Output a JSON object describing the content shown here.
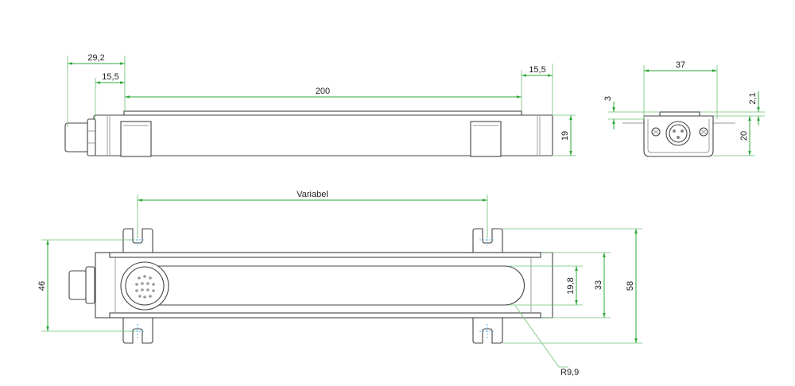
{
  "drawing": {
    "top_view": {
      "dim_overall_connector": "29,2",
      "dim_left_offset": "15,5",
      "dim_length": "200",
      "dim_right_offset": "15,5",
      "dim_height": "19"
    },
    "end_view": {
      "dim_width": "37",
      "dim_flange": "3",
      "dim_top_plate": "2,1",
      "dim_height": "20"
    },
    "bottom_view": {
      "dim_bracket_spacing": "Variabel",
      "dim_hole_spacing": "46",
      "dim_slot_width": "19,8",
      "dim_body_width": "33",
      "dim_overall_width": "58",
      "dim_radius": "R9,9"
    },
    "colors": {
      "dimension": "#2fa83a",
      "outline": "#444444",
      "centerline": "#3aa0e0"
    }
  }
}
